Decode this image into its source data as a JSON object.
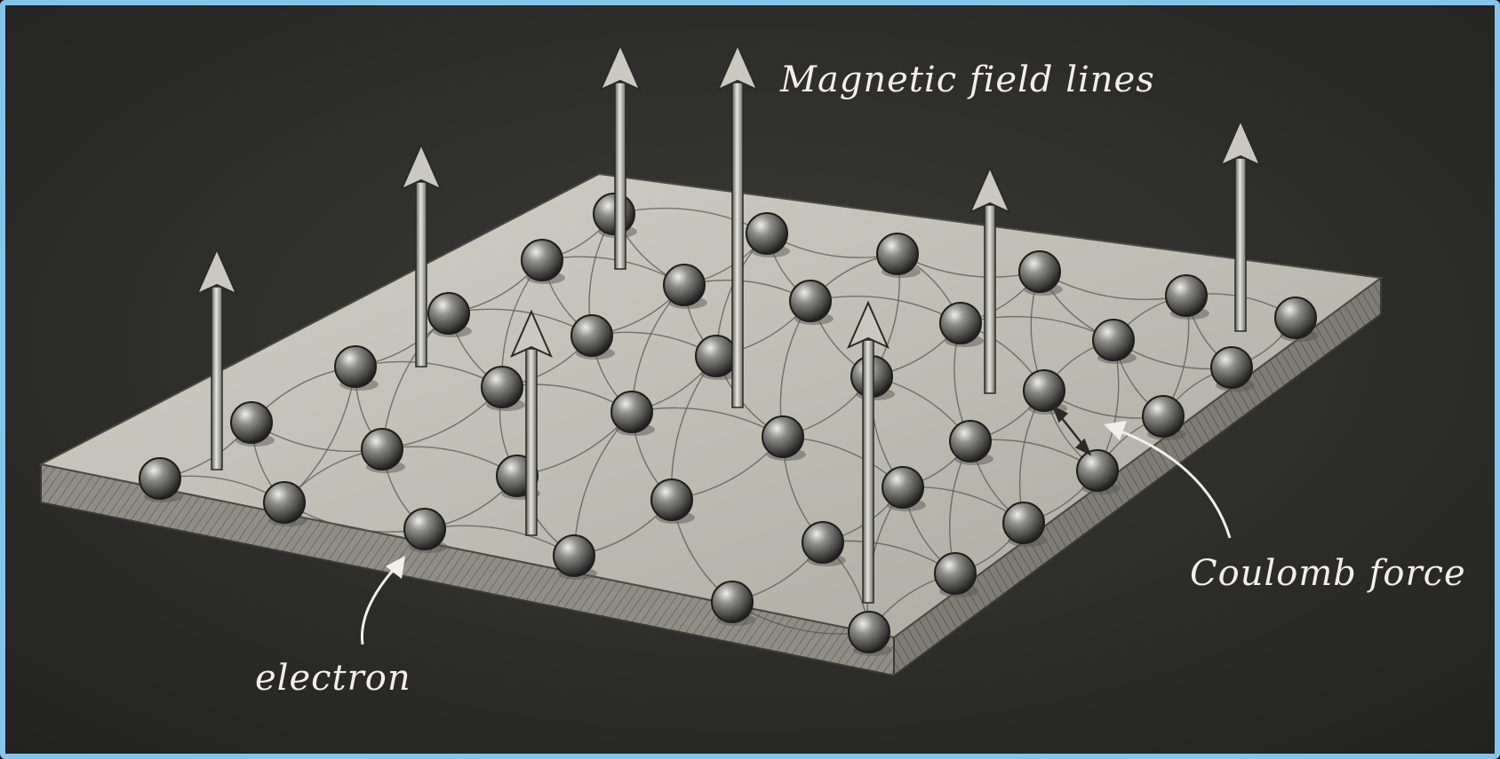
{
  "labels": {
    "field_lines": "Magnetic field lines",
    "coulomb": "Coulomb force",
    "electron": "electron"
  },
  "colors": {
    "frame": "#86c4ea",
    "background": "#2b2b29",
    "slab_top": "#c9c8c0",
    "text": "#f1efe8"
  },
  "icons": {
    "electron": "sphere",
    "field_line": "arrow-up"
  }
}
